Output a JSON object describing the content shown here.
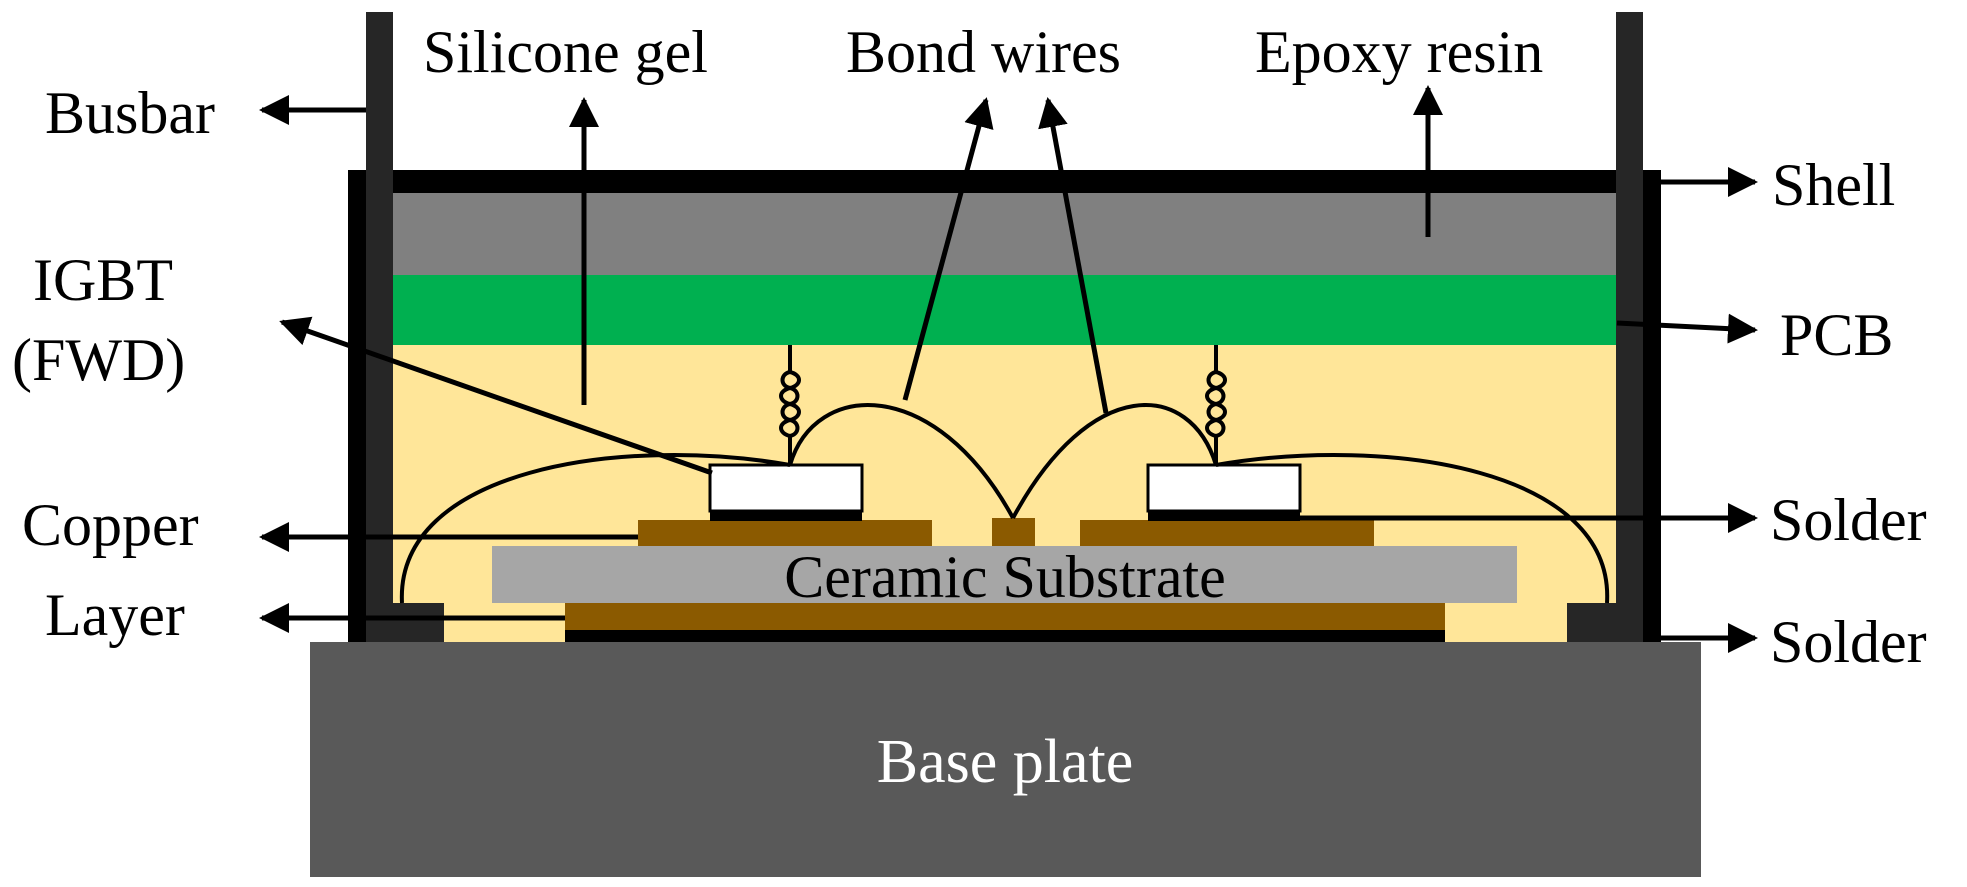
{
  "labels": {
    "busbar": "Busbar",
    "silicone_gel": "Silicone gel",
    "bond_wires": "Bond wires",
    "epoxy_resin": "Epoxy resin",
    "shell": "Shell",
    "igbt_line1": "IGBT",
    "igbt_line2": "(FWD)",
    "pcb": "PCB",
    "copper_line1": "Copper",
    "copper_line2": "Layer",
    "solder_upper": "Solder",
    "solder_lower": "Solder",
    "ceramic_substrate": "Ceramic Substrate",
    "base_plate": "Base plate"
  },
  "colors": {
    "epoxy": "#808080",
    "pcb": "#00b050",
    "silicone_gel": "#ffe699",
    "copper": "#8b5a00",
    "ceramic": "#a6a6a6",
    "base_plate": "#595959",
    "shell": "#000000",
    "busbar": "#262626",
    "chip": "#ffffff"
  }
}
